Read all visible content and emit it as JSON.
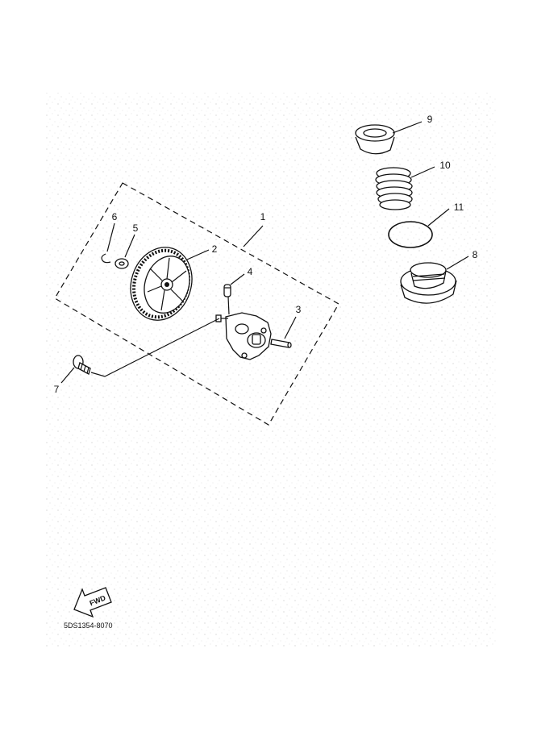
{
  "callouts": {
    "c1": "1",
    "c2": "2",
    "c3": "3",
    "c4": "4",
    "c5": "5",
    "c6": "6",
    "c7": "7",
    "c8": "8",
    "c9": "9",
    "c10": "10",
    "c11": "11"
  },
  "fwd_arrow_label": "FWD",
  "diagram_code": "5DS1354-8070"
}
